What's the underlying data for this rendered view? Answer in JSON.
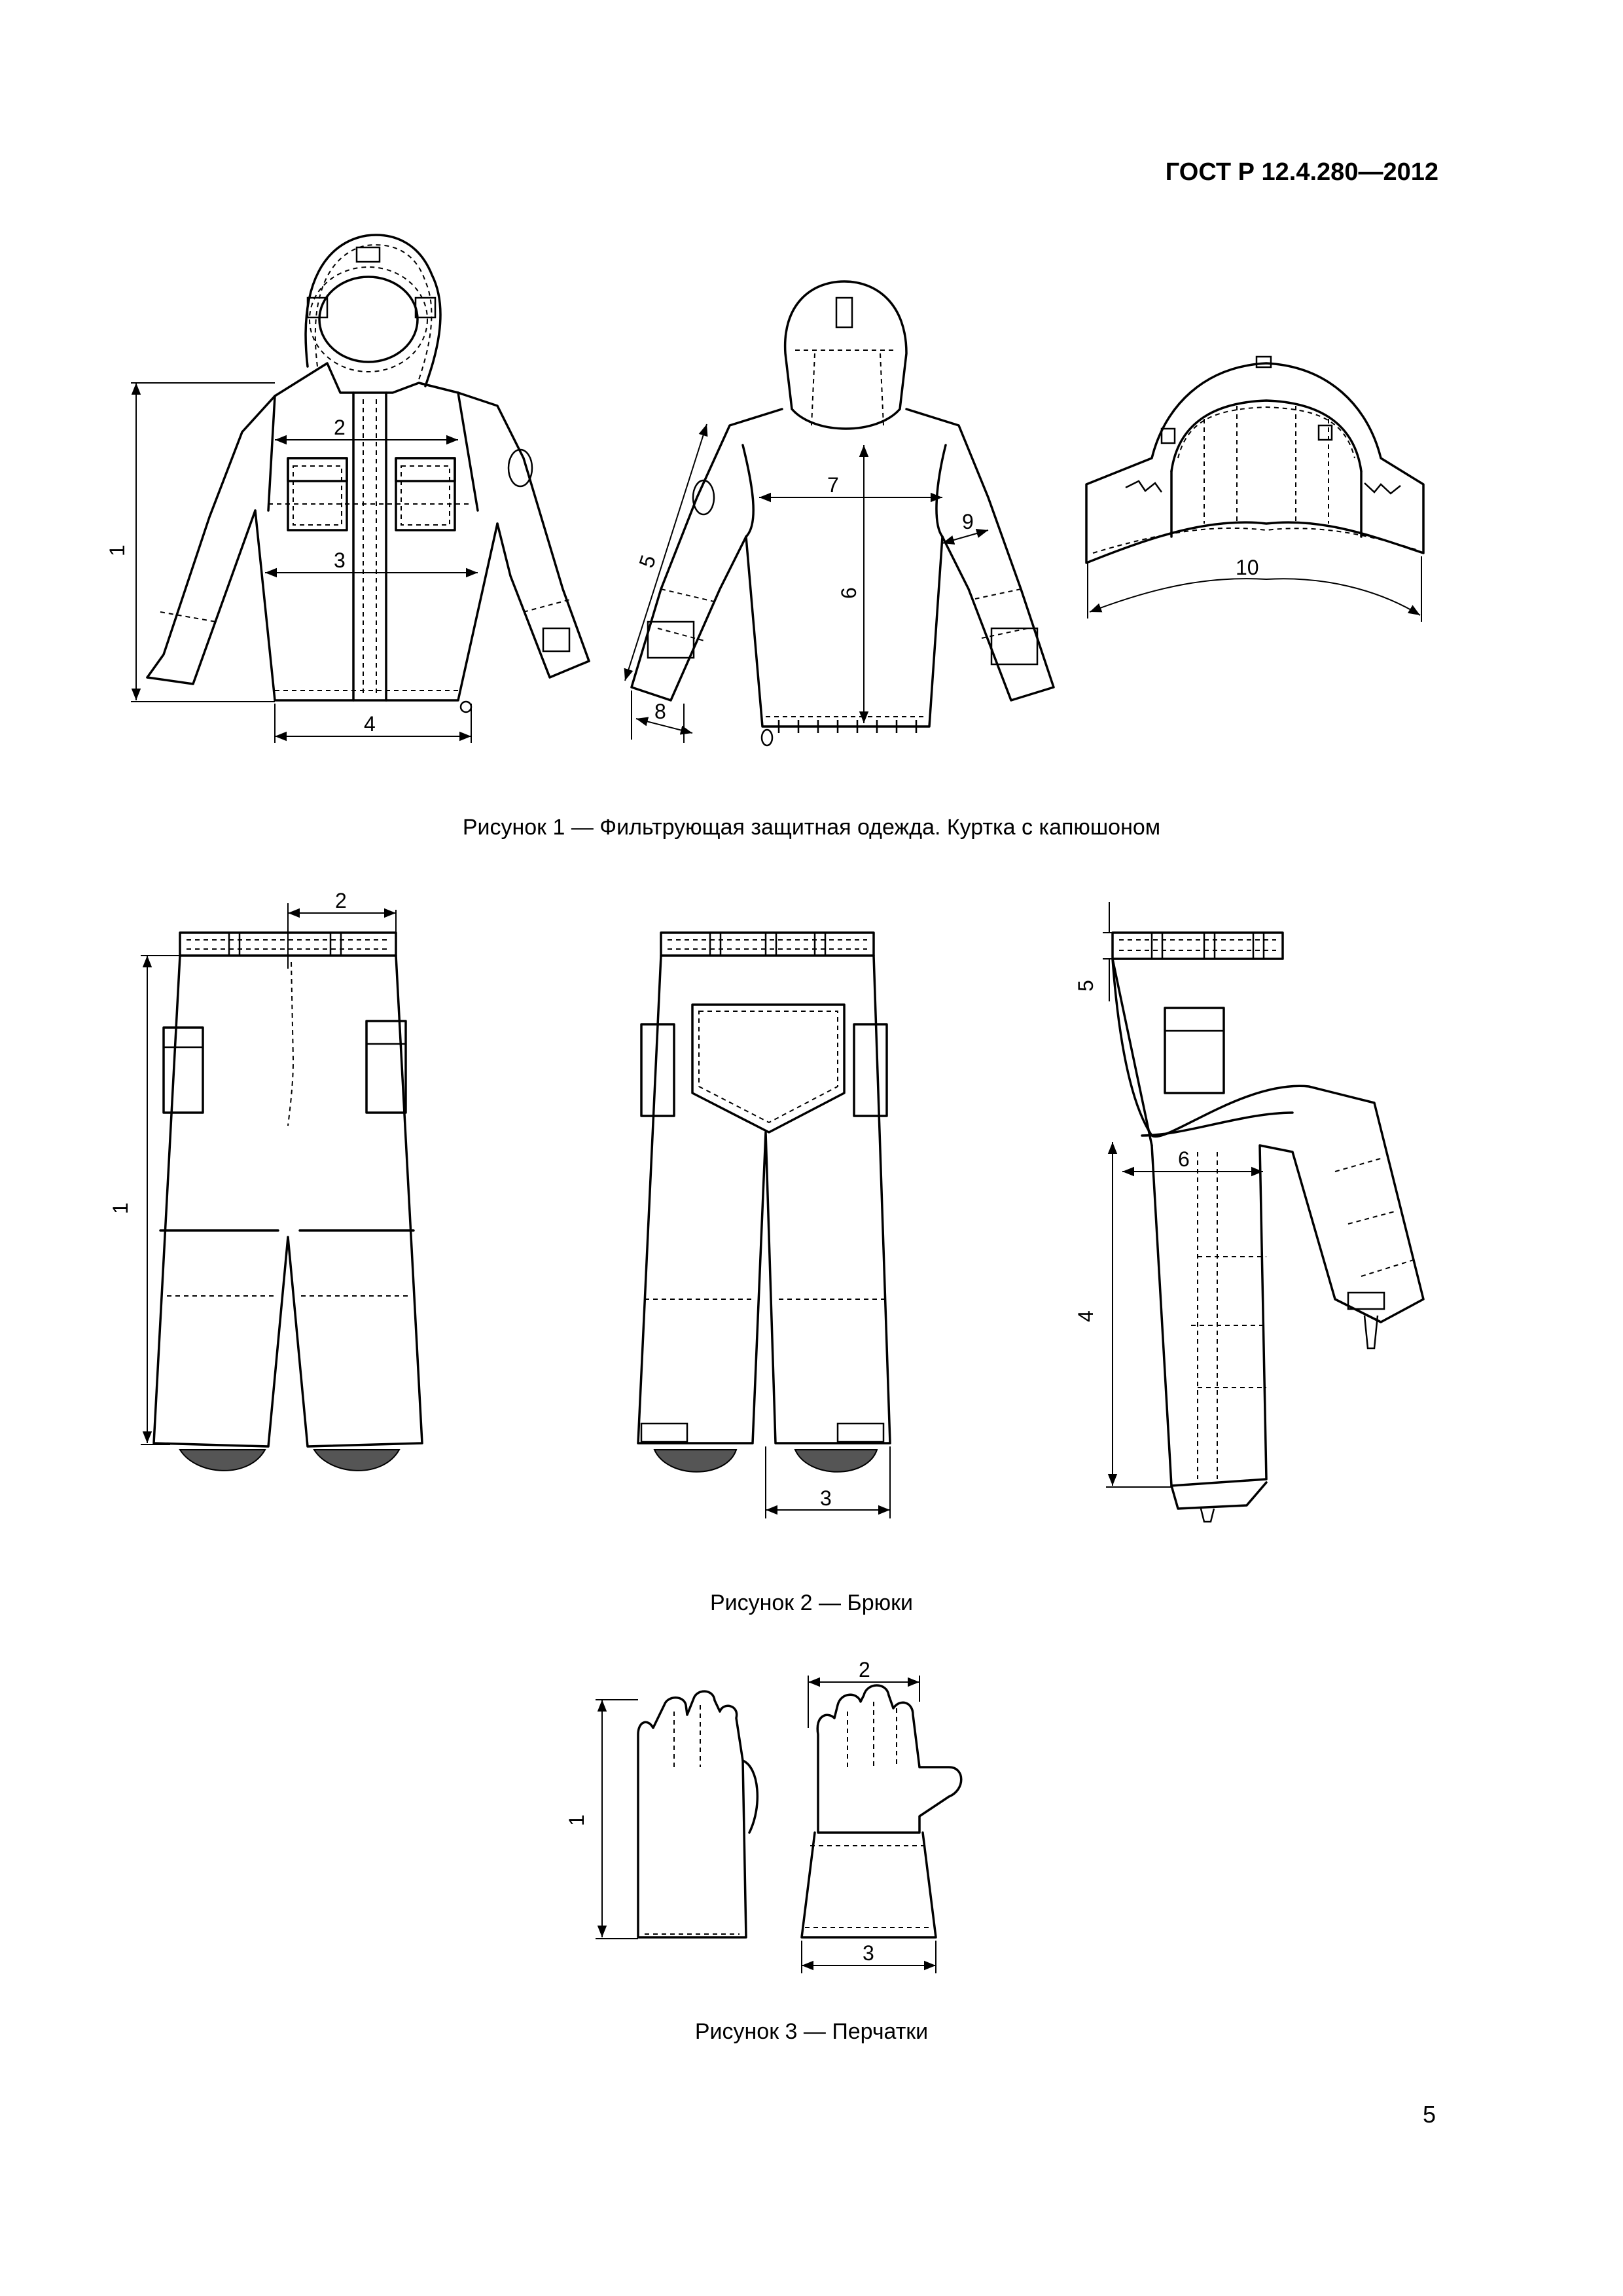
{
  "header": {
    "standard": "ГОСТ Р 12.4.280—2012"
  },
  "captions": {
    "fig1": "Рисунок 1 — Фильтрующая защитная одежда. Куртка с капюшоном",
    "fig2": "Рисунок 2 — Брюки",
    "fig3": "Рисунок 3 — Перчатки"
  },
  "page_number": "5",
  "dimensions": {
    "jacket": [
      "1",
      "2",
      "3",
      "4",
      "5",
      "6",
      "7",
      "8",
      "9",
      "10"
    ],
    "trousers": [
      "1",
      "2",
      "3",
      "4",
      "5",
      "6"
    ],
    "gloves": [
      "1",
      "2",
      "3"
    ]
  }
}
